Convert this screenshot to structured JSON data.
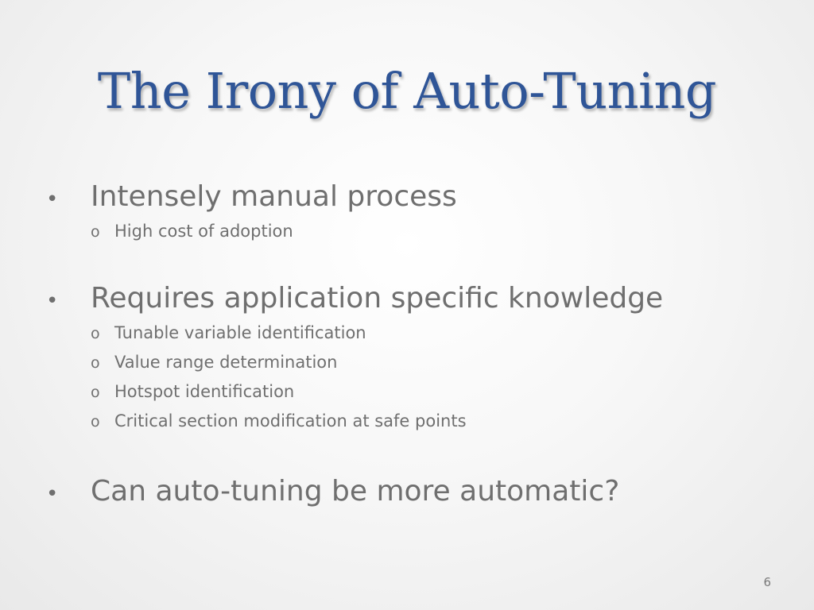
{
  "slide": {
    "title": "The Irony of Auto-Tuning",
    "bullets": [
      {
        "marker": "•",
        "text": "Intensely manual process",
        "subs": [
          {
            "marker": "o",
            "text": "High cost of adoption"
          }
        ]
      },
      {
        "marker": "•",
        "text": "Requires application specific knowledge",
        "subs": [
          {
            "marker": "o",
            "text": "Tunable variable identification"
          },
          {
            "marker": "o",
            "text": "Value range determination"
          },
          {
            "marker": "o",
            "text": "Hotspot identification"
          },
          {
            "marker": "o",
            "text": "Critical section modification at safe points"
          }
        ]
      },
      {
        "marker": "•",
        "text": "Can auto-tuning be more automatic?",
        "subs": []
      }
    ],
    "page_number": "6"
  }
}
